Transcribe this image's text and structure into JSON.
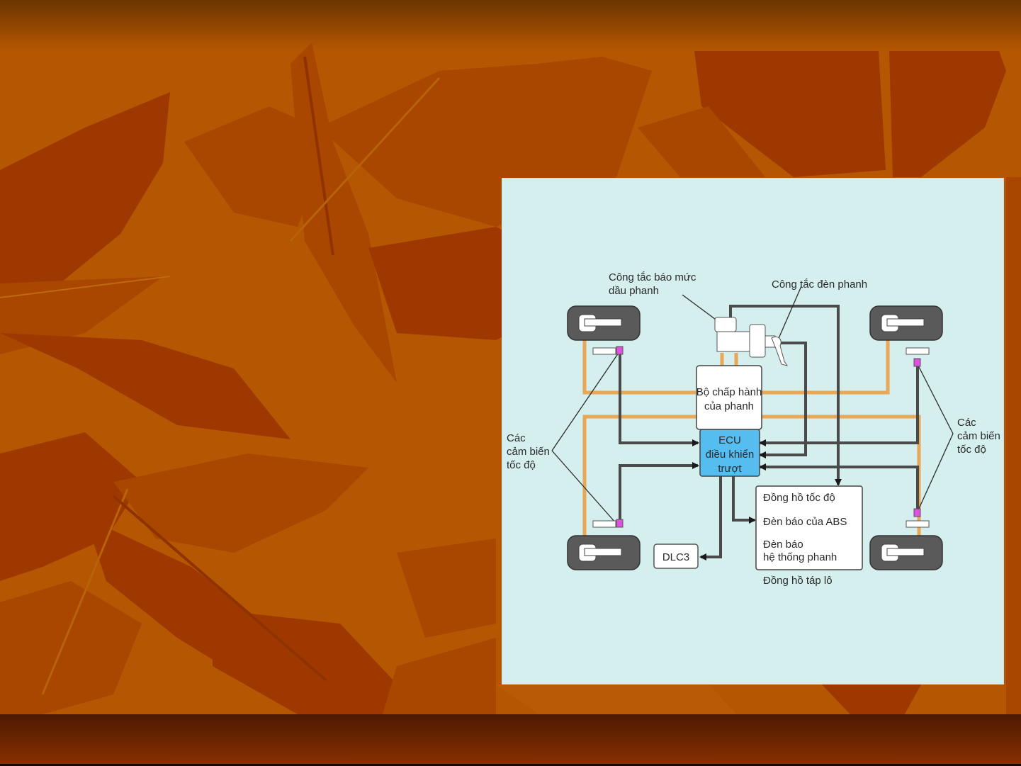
{
  "slide": {
    "theme_colors": {
      "background": "#b45602",
      "leaf_dark": "#9e3800",
      "leaf_mid": "#a94600",
      "bottom_band": "#5a1c02",
      "diagram_bg": "#d5eeee"
    }
  },
  "diagram": {
    "title": "",
    "labels": {
      "fluid_switch_line1": "Công tắc báo mức",
      "fluid_switch_line2": "dầu phanh",
      "brake_light_switch": "Công tắc đèn phanh",
      "actuator_line1": "Bộ chấp hành",
      "actuator_line2": "của phanh",
      "ecu_line1": "ECU",
      "ecu_line2": "điều khiển",
      "ecu_line3": "trượt",
      "sensors_left_line1": "Các",
      "sensors_left_line2": "cảm biến",
      "sensors_left_line3": "tốc độ",
      "sensors_right_line1": "Các",
      "sensors_right_line2": "cảm biến",
      "sensors_right_line3": "tốc độ",
      "dlc": "DLC3",
      "meter_item1": "Đồng hồ tốc độ",
      "meter_item2": "Đèn báo của ABS",
      "meter_item3_line1": "Đèn báo",
      "meter_item3_line2": "hệ thống phanh",
      "meter_caption": "Đồng hồ táp lô"
    },
    "colors": {
      "hydraulic_line": "#e9a857",
      "signal_line": "#4a4a4a",
      "ecu_fill": "#55bdf0",
      "wheel_fill": "#5a5a5a",
      "sensor_fill": "#e04fe0",
      "box_fill": "#ffffff"
    },
    "nodes": [
      {
        "id": "wheel-front-left",
        "type": "wheel"
      },
      {
        "id": "wheel-front-right",
        "type": "wheel"
      },
      {
        "id": "wheel-rear-left",
        "type": "wheel"
      },
      {
        "id": "wheel-rear-right",
        "type": "wheel"
      },
      {
        "id": "master-cylinder",
        "type": "component"
      },
      {
        "id": "brake-actuator",
        "type": "box"
      },
      {
        "id": "ecu",
        "type": "box"
      },
      {
        "id": "dlc3",
        "type": "box"
      },
      {
        "id": "combination-meter",
        "type": "box"
      }
    ],
    "edges": [
      {
        "from": "sensor-front-left",
        "to": "ecu"
      },
      {
        "from": "sensor-rear-left",
        "to": "ecu"
      },
      {
        "from": "sensor-front-right",
        "to": "ecu"
      },
      {
        "from": "sensor-rear-right",
        "to": "ecu"
      },
      {
        "from": "brake-light-switch",
        "to": "ecu"
      },
      {
        "from": "fluid-level-switch",
        "to": "combination-meter"
      },
      {
        "from": "ecu",
        "to": "combination-meter"
      },
      {
        "from": "ecu",
        "to": "dlc3"
      }
    ]
  }
}
